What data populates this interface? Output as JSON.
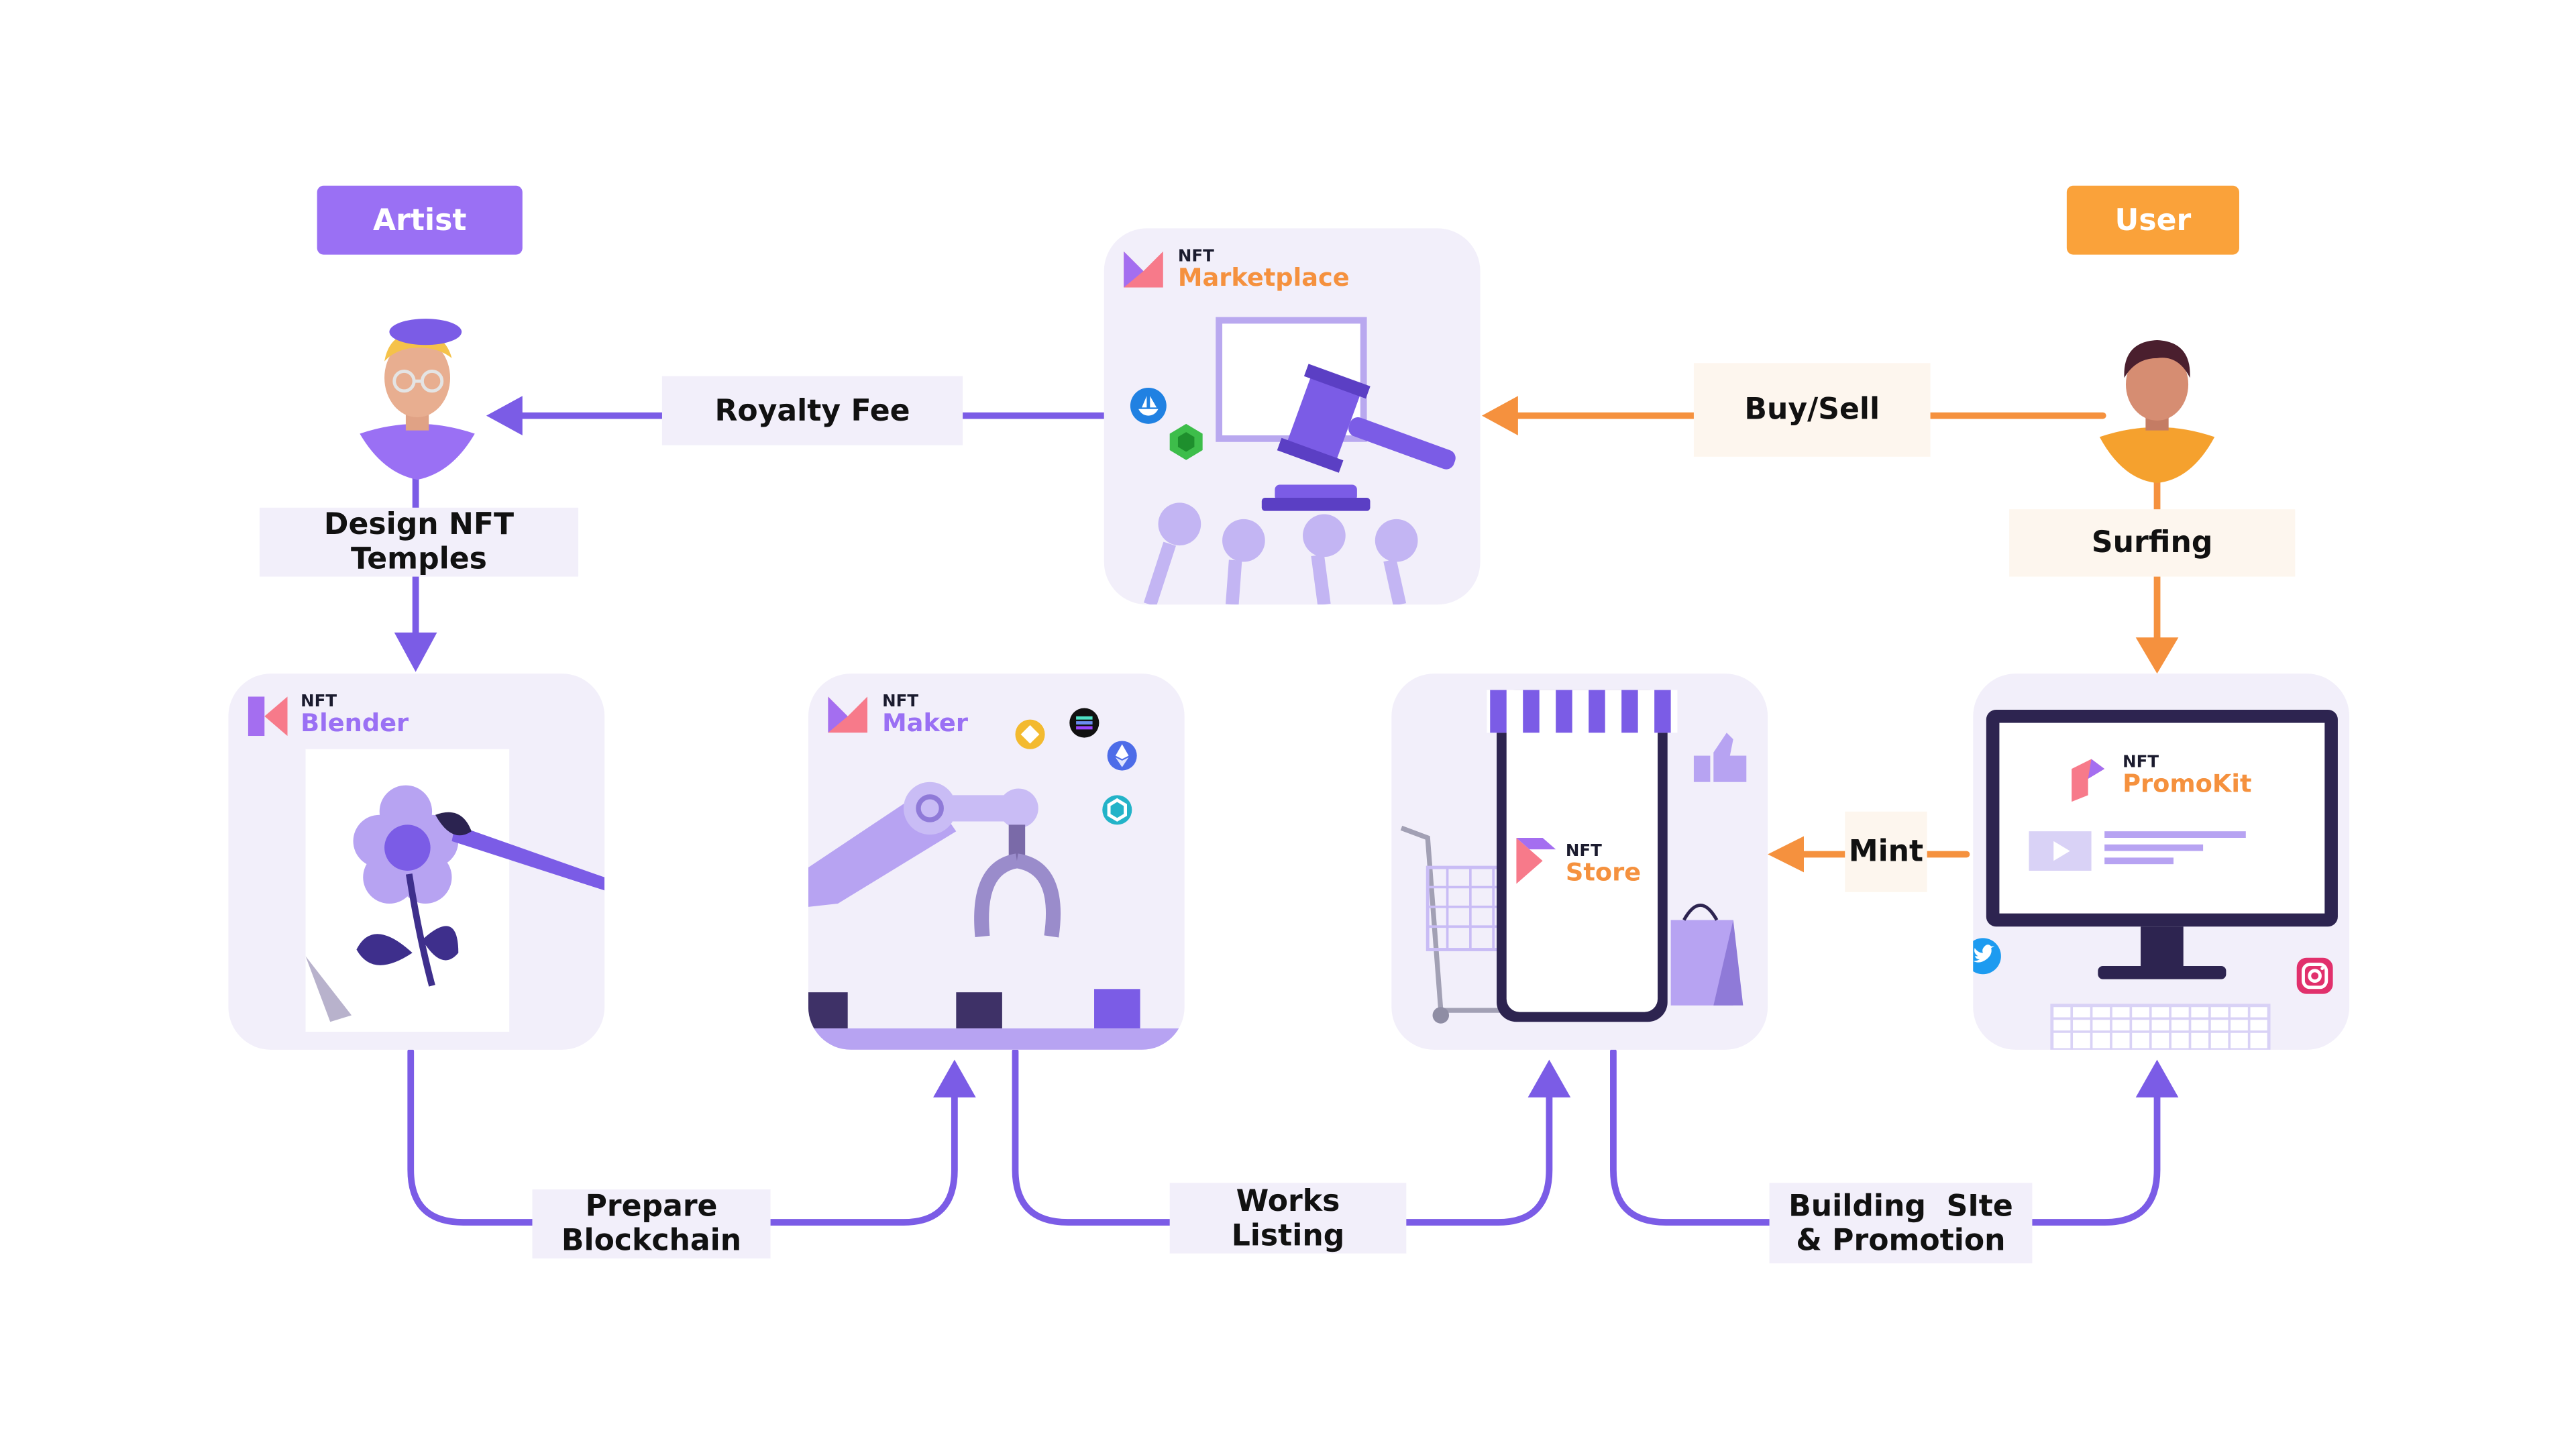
{
  "roles": {
    "artist": "Artist",
    "user": "User"
  },
  "labels": {
    "royalty_fee": "Royalty Fee",
    "buy_sell": "Buy/Sell",
    "design_line1": "Design NFT",
    "design_line2": "Temples",
    "surfing": "Surfing",
    "mint": "Mint",
    "prepare_line1": "Prepare",
    "prepare_line2": "Blockchain",
    "works_line1": "Works",
    "works_line2": "Listing",
    "building_line1": "Building  SIte",
    "building_line2": "& Promotion"
  },
  "products": {
    "marketplace": {
      "small": "NFT",
      "name": "Marketplace"
    },
    "blender": {
      "small": "NFT",
      "name": "Blender"
    },
    "maker": {
      "small": "NFT",
      "name": "Maker"
    },
    "store": {
      "small": "NFT",
      "name": "Store"
    },
    "promokit": {
      "small": "NFT",
      "name": "PromoKit"
    }
  },
  "colors": {
    "purple": "#7b5ce6",
    "orange": "#f5913e",
    "artist_badge": "#9a70f4",
    "user_badge": "#faa23a",
    "panel": "#f2effa"
  },
  "icons": [
    "artist-avatar-icon",
    "user-avatar-icon",
    "gavel-icon",
    "flower-canvas-icon",
    "robot-arm-icon",
    "store-phone-icon",
    "monitor-icon",
    "twitter-icon",
    "instagram-icon",
    "opensea-icon",
    "binance-icon",
    "ethereum-icon",
    "solana-icon"
  ]
}
